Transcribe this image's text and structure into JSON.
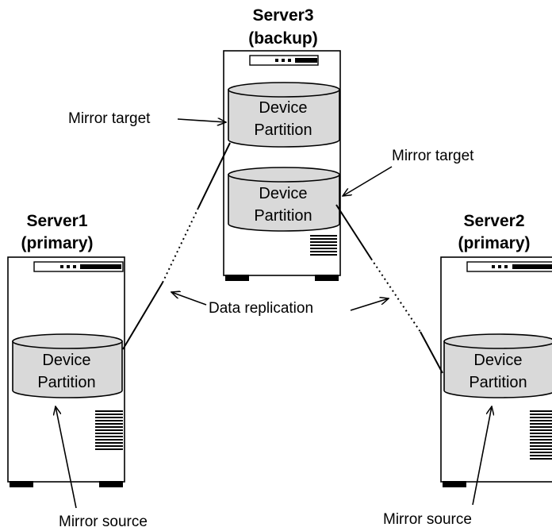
{
  "servers": [
    {
      "name": "Server3",
      "role": "(backup)"
    },
    {
      "name": "Server1",
      "role": "(primary)"
    },
    {
      "name": "Server2",
      "role": "(primary)"
    }
  ],
  "partition": {
    "line1": "Device",
    "line2": "Partition"
  },
  "labels": {
    "mirror_target": "Mirror target",
    "mirror_source": "Mirror source",
    "data_replication": "Data replication"
  },
  "colors": {
    "partition_fill": "#d9d9d9",
    "line": "#000000",
    "background": "#ffffff"
  }
}
